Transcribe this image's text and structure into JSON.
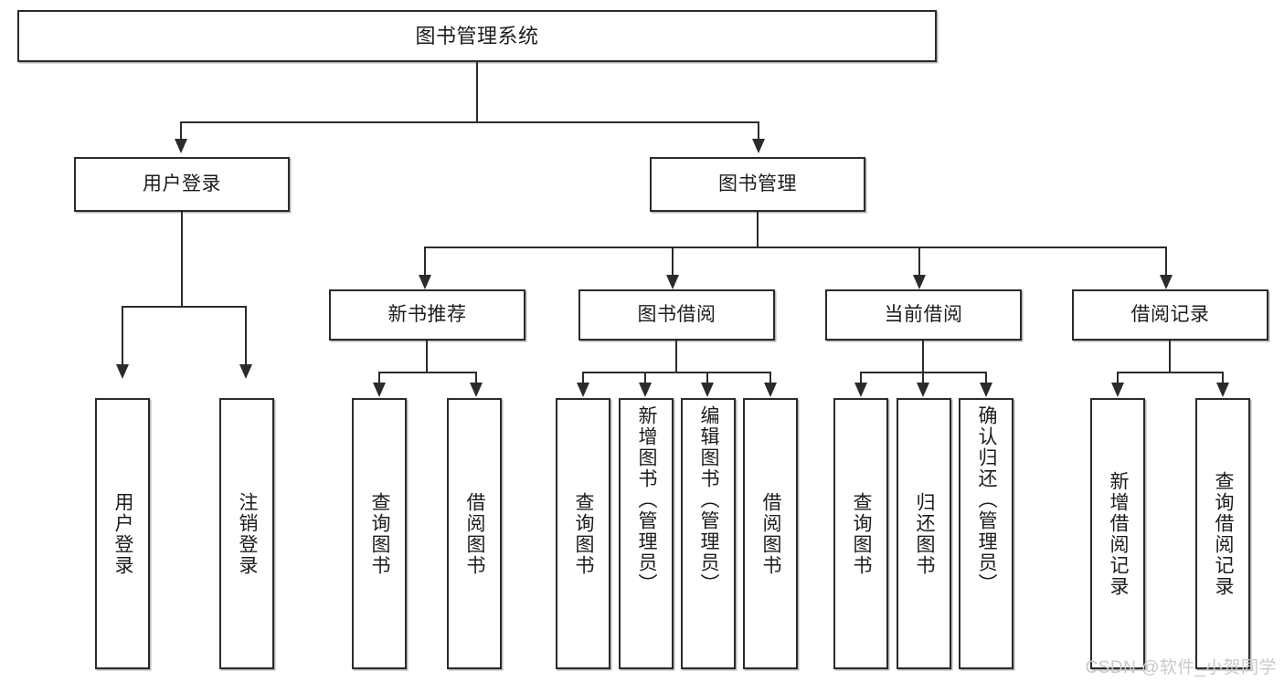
{
  "diagram": {
    "title": "图书管理系统",
    "type": "tree",
    "watermark": "CSDN @软件_小贺同学"
  },
  "nodes": {
    "root": {
      "label": "图书管理系统"
    },
    "level2": [
      {
        "id": "user-login",
        "label": "用户登录"
      },
      {
        "id": "book-manage",
        "label": "图书管理"
      }
    ],
    "level3": [
      {
        "id": "new-book-recommend",
        "label": "新书推荐"
      },
      {
        "id": "book-borrow",
        "label": "图书借阅"
      },
      {
        "id": "current-borrow",
        "label": "当前借阅"
      },
      {
        "id": "borrow-record",
        "label": "借阅记录"
      }
    ],
    "leaves": {
      "user_login": [
        {
          "id": "leaf-user-login",
          "label": "用户登录"
        },
        {
          "id": "leaf-user-logout",
          "label": "注销登录"
        }
      ],
      "new_book_recommend": [
        {
          "id": "leaf-query-book-1",
          "label": "查询图书"
        },
        {
          "id": "leaf-borrow-book-1",
          "label": "借阅图书"
        }
      ],
      "book_borrow": [
        {
          "id": "leaf-query-book-2",
          "label": "查询图书"
        },
        {
          "id": "leaf-add-book",
          "label": "新增图书（管理员）"
        },
        {
          "id": "leaf-edit-book",
          "label": "编辑图书（管理员）"
        },
        {
          "id": "leaf-borrow-book-2",
          "label": "借阅图书"
        }
      ],
      "current_borrow": [
        {
          "id": "leaf-query-book-3",
          "label": "查询图书"
        },
        {
          "id": "leaf-return-book",
          "label": "归还图书"
        },
        {
          "id": "leaf-confirm-return",
          "label": "确认归还（管理员）"
        }
      ],
      "borrow_record": [
        {
          "id": "leaf-add-record",
          "label": "新增借阅记录"
        },
        {
          "id": "leaf-query-record",
          "label": "查询借阅记录"
        }
      ]
    }
  },
  "colors": {
    "stroke": "#2b2b2b",
    "fill": "#ffffff",
    "text": "#1c1c1c",
    "watermark": "#c9c9c9"
  }
}
